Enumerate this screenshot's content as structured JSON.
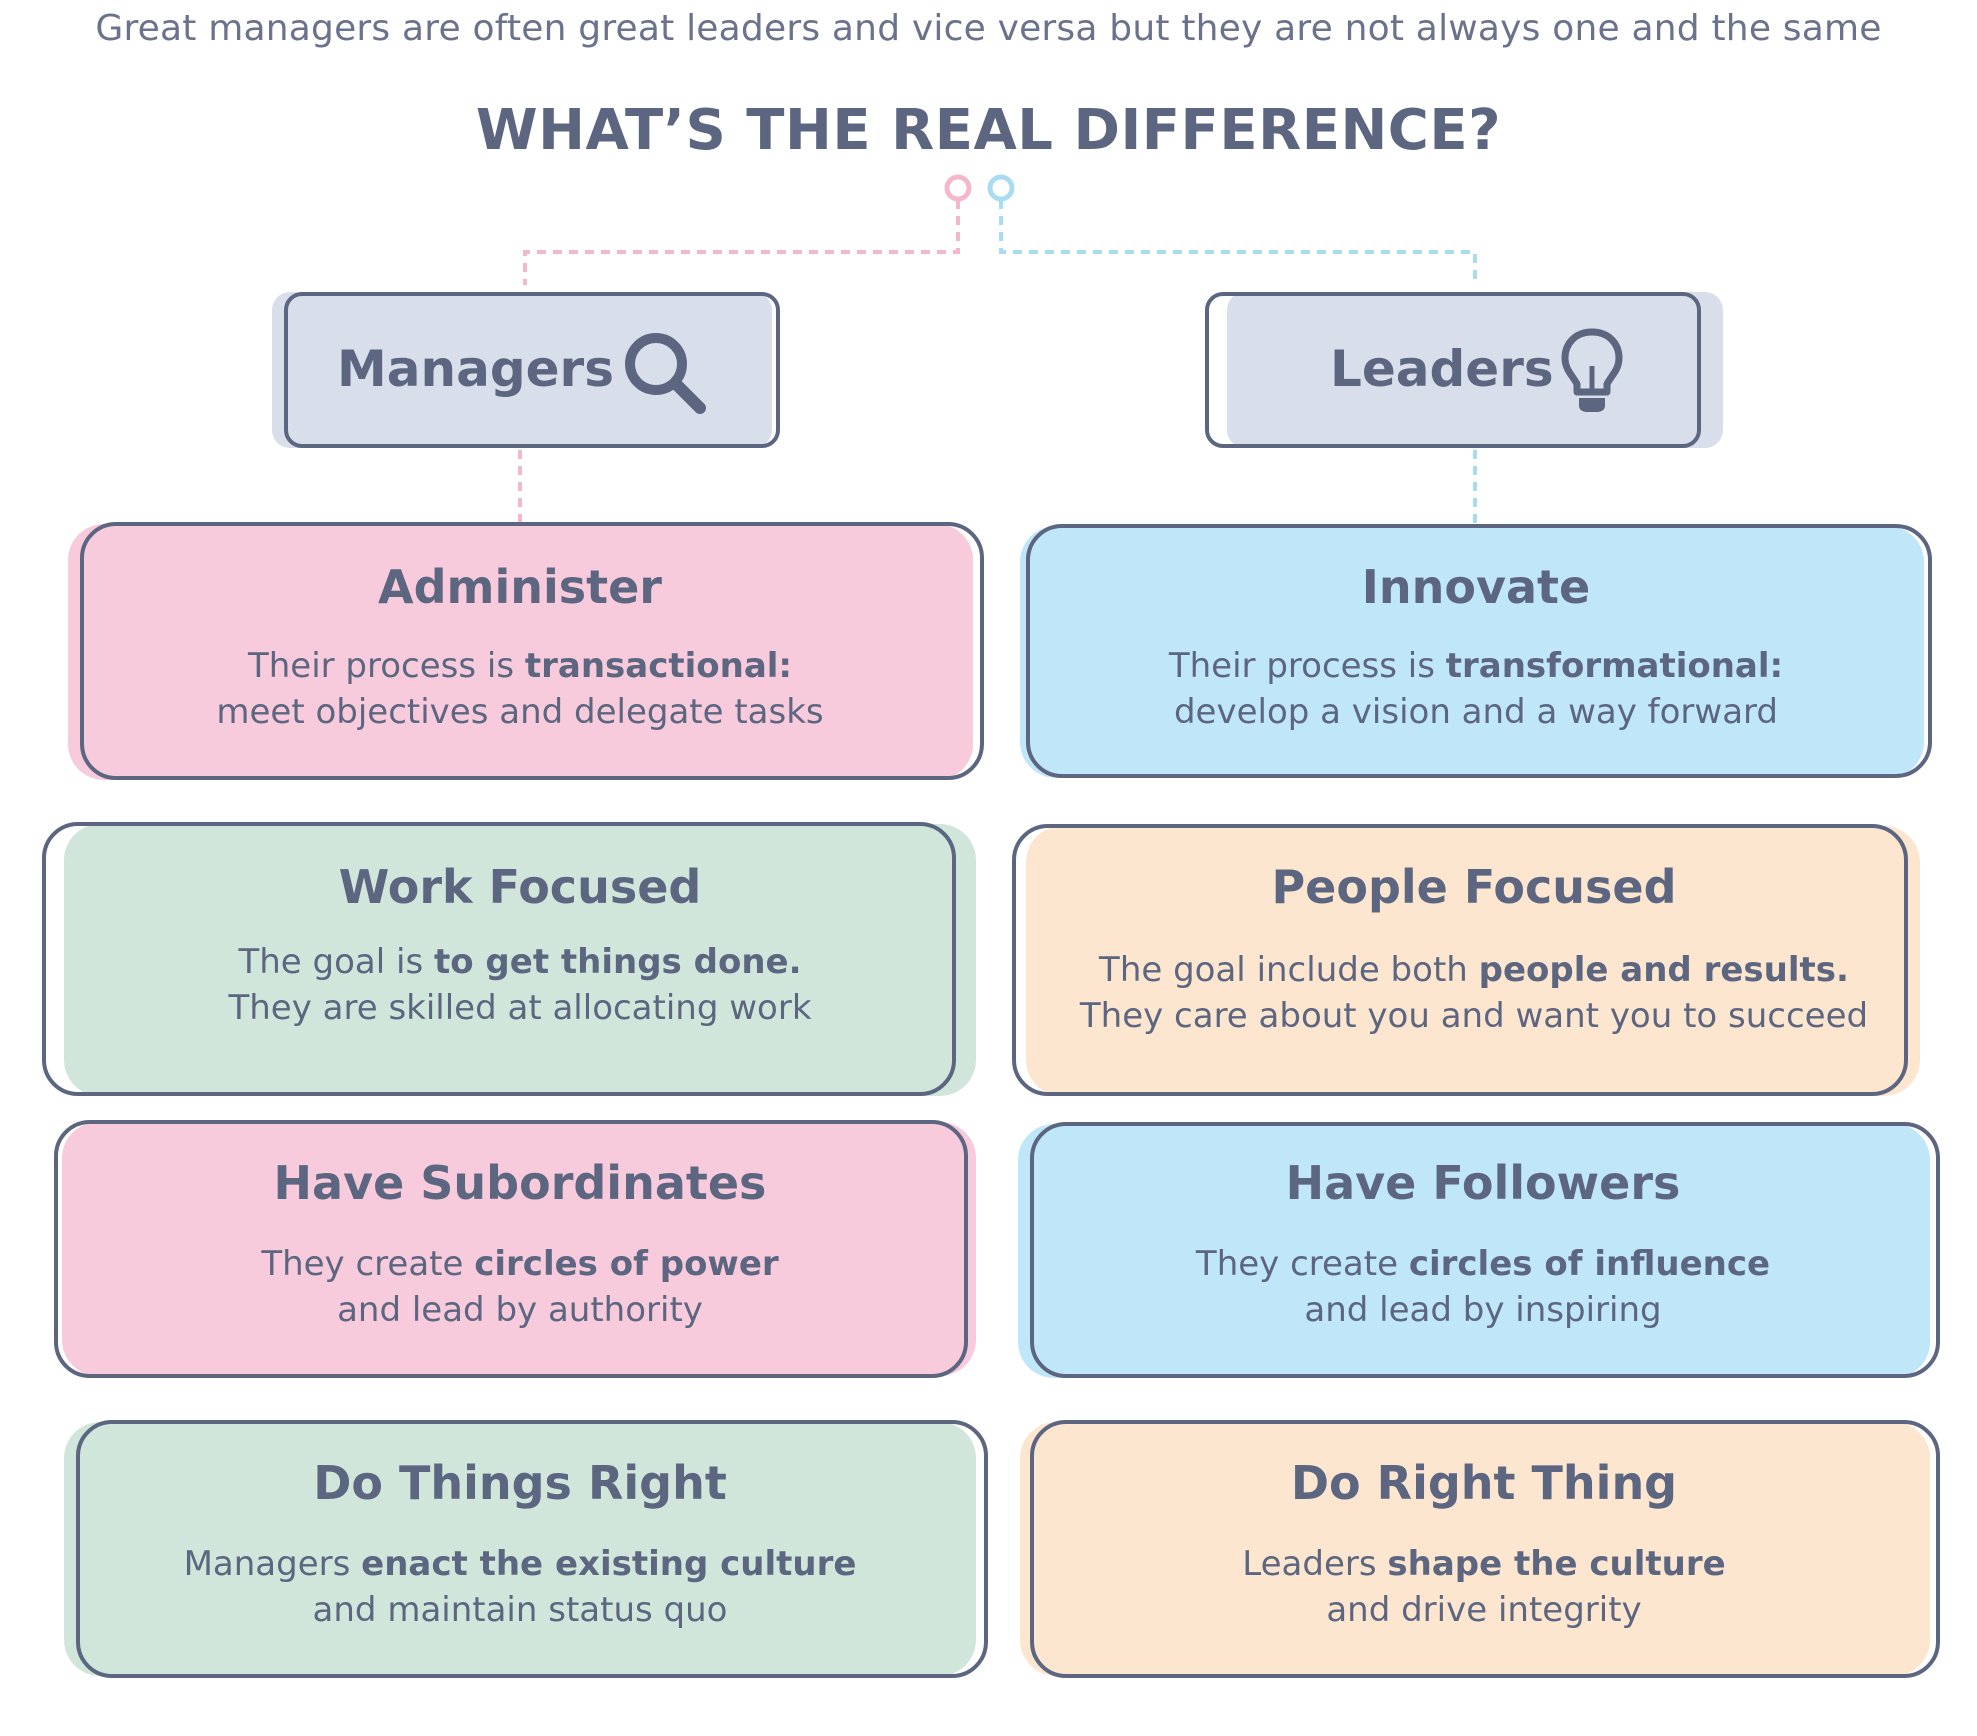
{
  "subtitle": "Great managers are often great leaders and vice versa but they are not always one and the same",
  "title": "WHAT’S THE REAL DIFFERENCE?",
  "colors": {
    "text": "#5d6680",
    "pink": "#f7cbdb",
    "blue": "#bfe6f9",
    "green": "#d1e6da",
    "peach": "#fde6cf",
    "header": "#d8deea",
    "pink_line": "#f4b8cc",
    "blue_line": "#a9dcf3"
  },
  "managers": {
    "label": "Managers",
    "icon": "magnifier-icon",
    "cards": [
      {
        "title": "Administer",
        "line1_pre": "Their process is ",
        "line1_bold": "transactional:",
        "line2": "meet objectives and delegate tasks"
      },
      {
        "title": "Work Focused",
        "line1_pre": "The goal is ",
        "line1_bold": "to get things done.",
        "line2": "They are skilled at allocating work"
      },
      {
        "title": "Have Subordinates",
        "line1_pre": "They create ",
        "line1_bold": "circles of power",
        "line2": "and lead by authority"
      },
      {
        "title": "Do Things Right",
        "line1_pre": "Managers ",
        "line1_bold": "enact the existing culture",
        "line2": "and maintain status quo"
      }
    ]
  },
  "leaders": {
    "label": "Leaders",
    "icon": "lightbulb-icon",
    "cards": [
      {
        "title": "Innovate",
        "line1_pre": "Their process is ",
        "line1_bold": "transformational:",
        "line2": "develop a vision and a way forward"
      },
      {
        "title": "People Focused",
        "line1_pre": "The goal include both ",
        "line1_bold": "people and results.",
        "line2": "They care about you and want you to succeed"
      },
      {
        "title": "Have Followers",
        "line1_pre": "They create ",
        "line1_bold": "circles of influence",
        "line2": "and lead by inspiring"
      },
      {
        "title": "Do Right Thing",
        "line1_pre": "Leaders ",
        "line1_bold": "shape the culture",
        "line2": "and drive integrity"
      }
    ]
  }
}
